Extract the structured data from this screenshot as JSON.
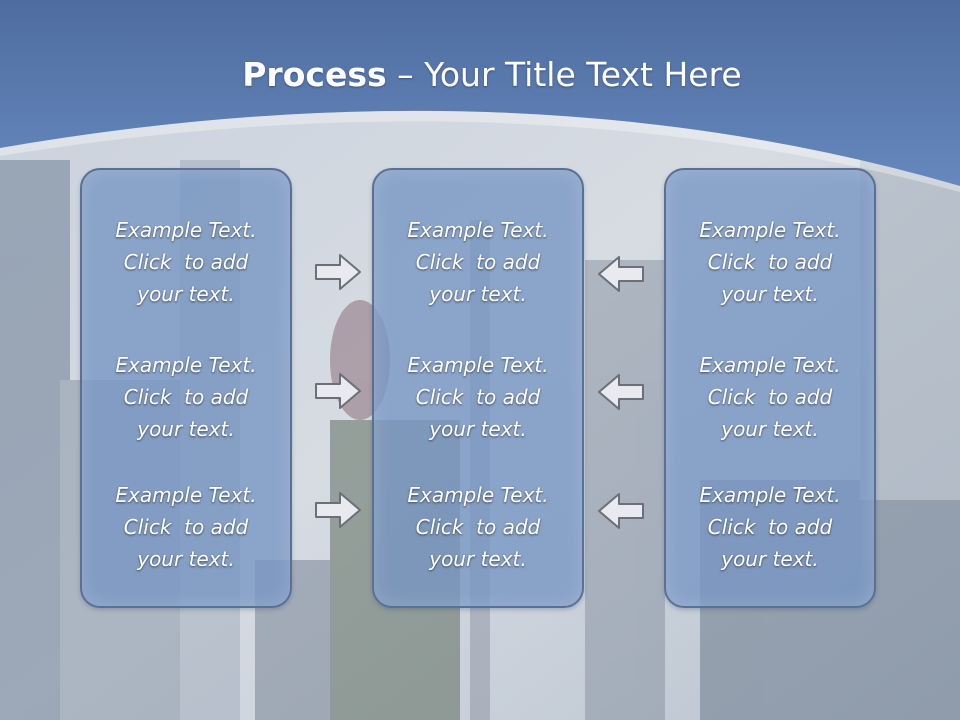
{
  "slide": {
    "title_bold": "Process",
    "title_rest": " – Your Title Text Here"
  },
  "columns": [
    {
      "items": [
        {
          "line1": "Example Text.",
          "line2": "Click  to add",
          "line3": "your text."
        },
        {
          "line1": "Example Text.",
          "line2": "Click  to add",
          "line3": "your text."
        },
        {
          "line1": "Example Text.",
          "line2": "Click  to add",
          "line3": "your text."
        }
      ]
    },
    {
      "items": [
        {
          "line1": "Example Text.",
          "line2": "Click  to add",
          "line3": "your text."
        },
        {
          "line1": "Example Text.",
          "line2": "Click  to add",
          "line3": "your text."
        },
        {
          "line1": "Example Text.",
          "line2": "Click  to add",
          "line3": "your text."
        }
      ]
    },
    {
      "items": [
        {
          "line1": "Example Text.",
          "line2": "Click  to add",
          "line3": "your text."
        },
        {
          "line1": "Example Text.",
          "line2": "Click  to add",
          "line3": "your text."
        },
        {
          "line1": "Example Text.",
          "line2": "Click  to add",
          "line3": "your text."
        }
      ]
    }
  ],
  "arrows": [
    {
      "icon": "arrow-right-icon"
    },
    {
      "icon": "arrow-right-icon"
    },
    {
      "icon": "arrow-right-icon"
    },
    {
      "icon": "arrow-left-icon"
    },
    {
      "icon": "arrow-left-icon"
    },
    {
      "icon": "arrow-left-icon"
    }
  ],
  "colors": {
    "header_blue": "#5b7fb7",
    "box_fill": "#7896c3",
    "box_border": "#5a7194",
    "arrow_fill": "#e8eaf0",
    "arrow_stroke": "#6a6f78"
  }
}
